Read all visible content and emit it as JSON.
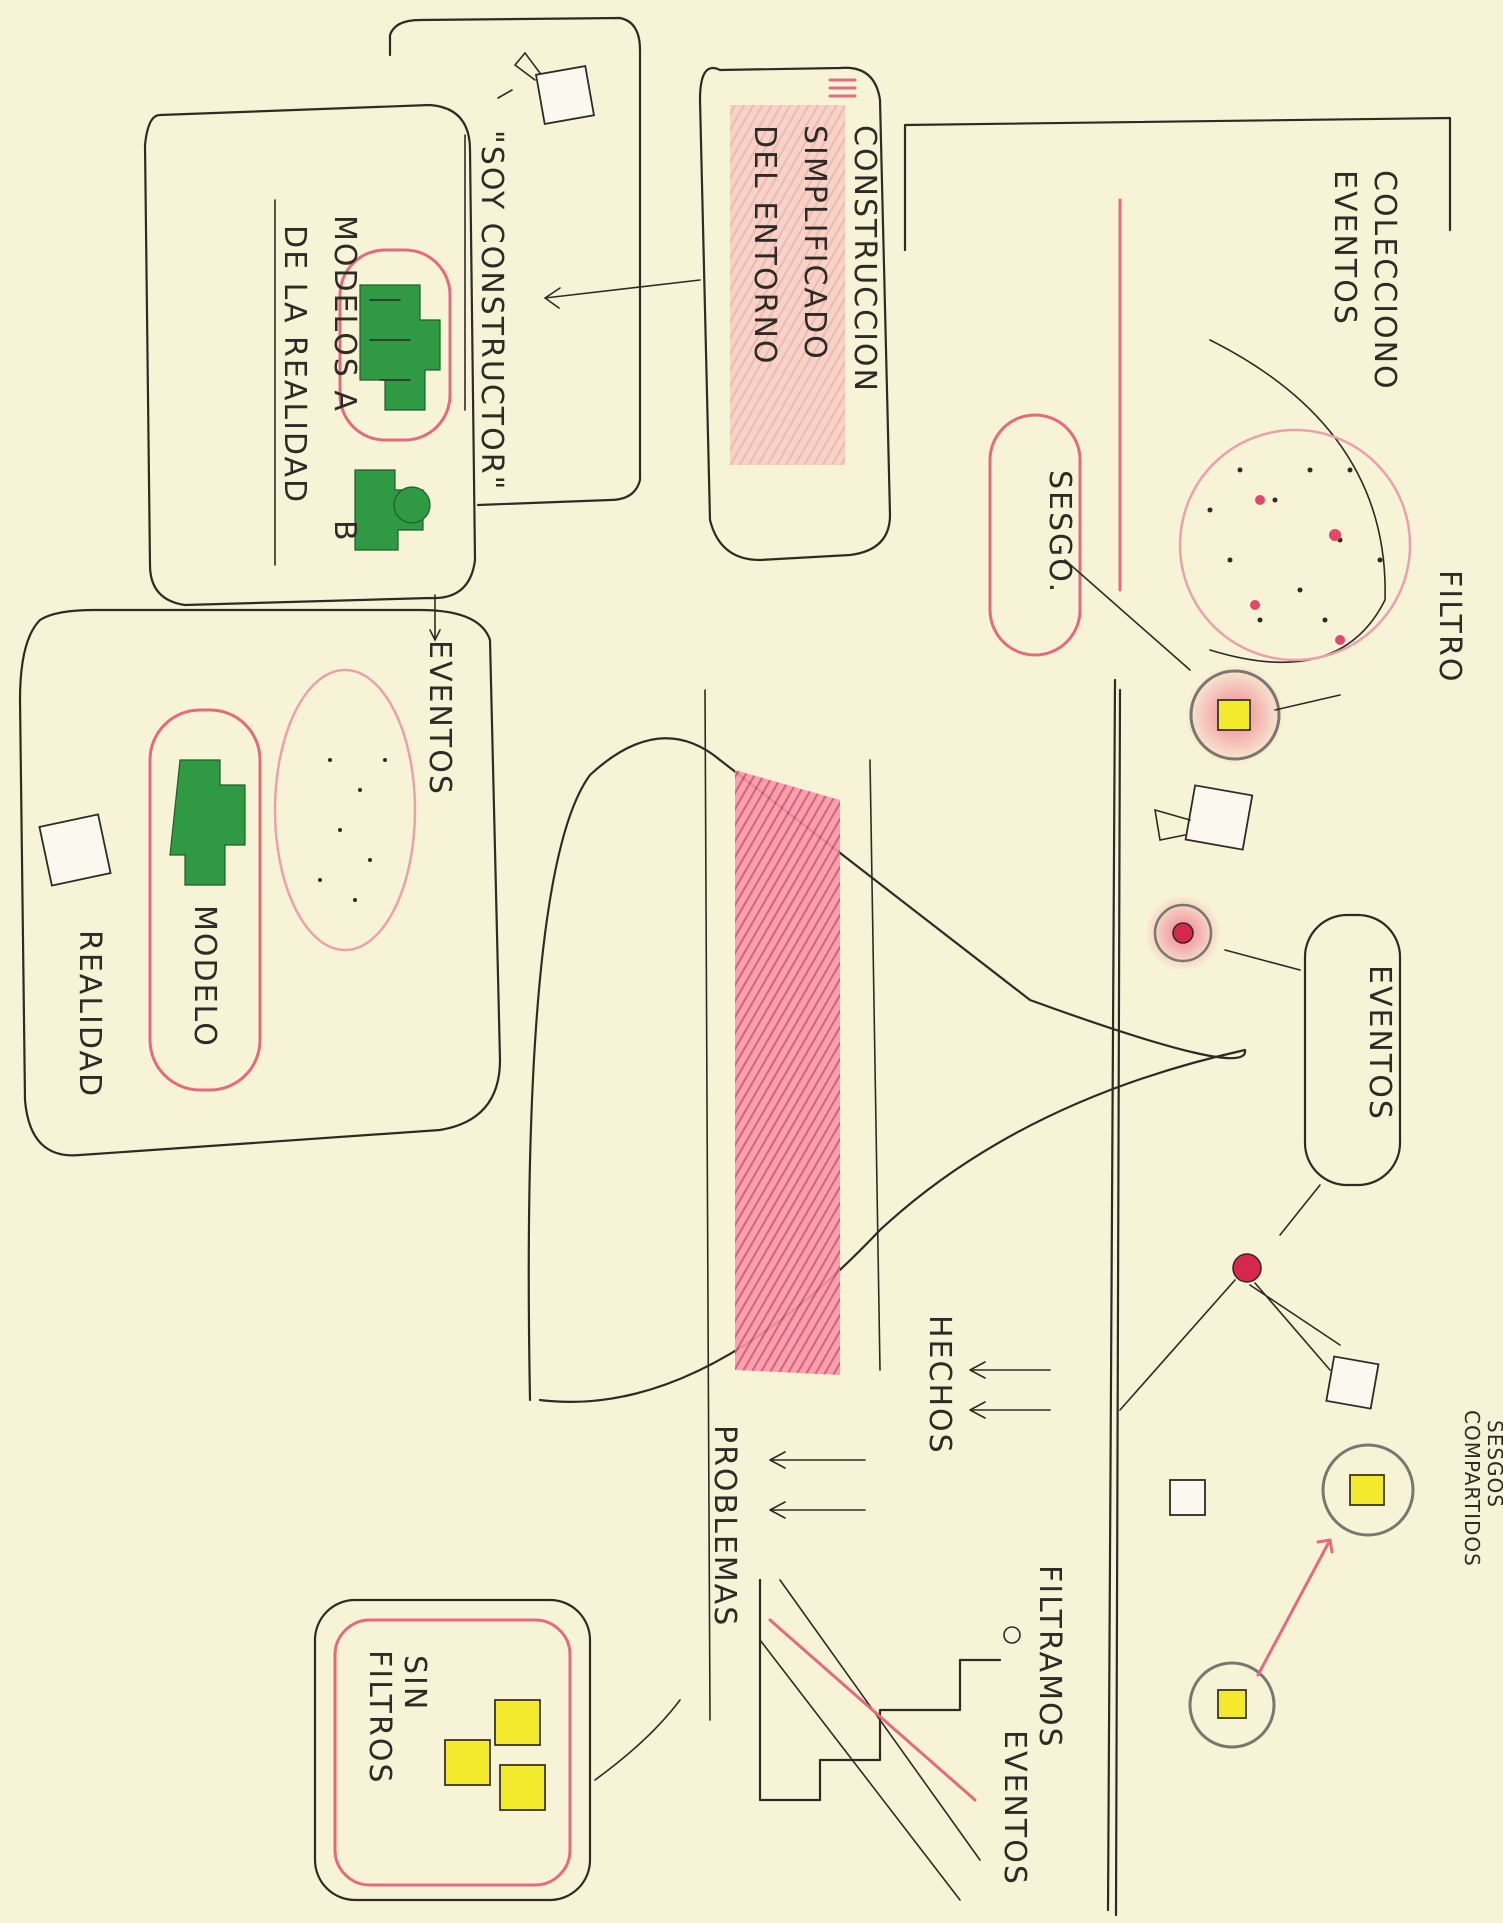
{
  "labels": {
    "soy_constructor": "\"SOY CONSTRUCTOR\"",
    "modelos_line1": "MODELOS A",
    "modelos_line2": "DE LA REALIDAD",
    "modelos_b": "B",
    "construccion_line1": "CONSTRUCCION",
    "construccion_line2": "SIMPLIFICADO",
    "construccion_line3": "DEL ENTORNO",
    "coleccionando_line1": "COLECCIONO",
    "coleccionando_line2": "EVENTOS",
    "filtro": "FILTRO",
    "sesgo": "SESGO.",
    "eventos_top": "EVENTOS",
    "eventos_right": "EVENTOS",
    "modelo": "MODELO",
    "realidad": "REALIDAD",
    "hechos": "HECHOS",
    "problemas": "PROBLEMAS",
    "filtramos_line1": "FILTRAMOS",
    "filtramos_line2": "EVENTOS",
    "sesgos_line1": "SESGOS",
    "sesgos_line2": "COMPARTIDOS",
    "sin_line1": "SIN",
    "sin_line2": "FILTROS"
  },
  "colors": {
    "paper": "#f7f3d6",
    "ink": "#2f2a26",
    "accent_pink": "#e46a7d",
    "hatch_pink": "#ea5a75",
    "cube_yellow": "#f3ea2e",
    "model_green": "#2f9a43"
  }
}
